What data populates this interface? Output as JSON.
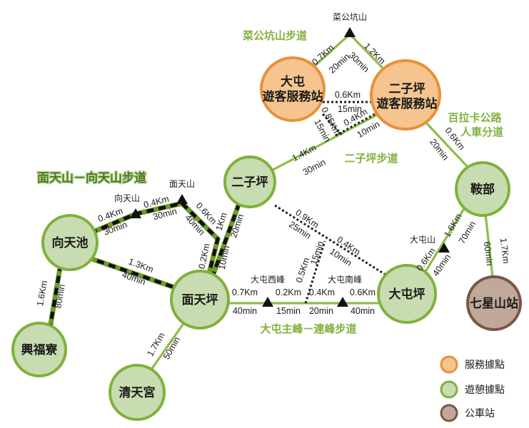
{
  "nodes": {
    "datun_visitor": {
      "line1": "大屯",
      "line2": "遊客服務站"
    },
    "erziping_visitor": {
      "line1": "二子坪",
      "line2": "遊客服務站"
    },
    "erziping": "二子坪",
    "xiangtianchi": "向天池",
    "miantianping": "面天坪",
    "datunping": "大屯坪",
    "anbu": "鞍部",
    "xingfuliao": "興福寮",
    "qingtiangong": "清天宮",
    "qixingshan_station": "七星山站"
  },
  "peaks": {
    "caigongkeng": "菜公坑山",
    "miantian": "面天山",
    "xiangtian": "向天山",
    "datun": "大屯山",
    "datun_west": "大屯西峰",
    "datun_south": "大屯南峰"
  },
  "trails": {
    "caigongkeng": "菜公坑山步道",
    "erziping": "二子坪步道",
    "bailaka": {
      "line1": "百拉卡公路",
      "line2": "人車分道"
    },
    "mian_xiang": "面天山－向天山步道",
    "datun_main": "大屯主峰－連峰步道"
  },
  "segments": {
    "cg_a": {
      "km": "0.7Km",
      "min": "20min"
    },
    "cg_b": {
      "km": "1.2Km",
      "min": "30min"
    },
    "visitors": {
      "km": "0.6Km",
      "min": "15min"
    },
    "dv_er": {
      "km": "0.85Km",
      "min": "15min"
    },
    "ev_er": {
      "km": "0.4Km",
      "min": "10min"
    },
    "ev_anbu": {
      "km": "0.6Km",
      "min": "20min"
    },
    "erziping_trail": {
      "km": "1.4Km",
      "min": "30min"
    },
    "xtc_xt": {
      "km": "0.4Km",
      "min": "30min"
    },
    "xt_mt": {
      "km": "0.4Km",
      "min": "30min"
    },
    "mt_jn": {
      "km": "0.6Km",
      "min": "40min"
    },
    "er_jn": {
      "km": "1Km",
      "min": "20min"
    },
    "mtp_jn": {
      "km": "0.2Km",
      "min": "10min"
    },
    "xtc_mtp": {
      "km": "1.3Km",
      "min": "40min"
    },
    "xtc_xfl": {
      "km": "1.6Km",
      "min": "80min"
    },
    "mtp_qtg": {
      "km": "1.7Km",
      "min": "50min"
    },
    "mtp_west": {
      "km": "0.7Km",
      "min": "40min"
    },
    "west_mid": {
      "km": "0.2Km",
      "min": "15min"
    },
    "mid_south": {
      "km": "0.4Km",
      "min": "20min"
    },
    "south_dtp": {
      "km": "0.6Km",
      "min": "40min"
    },
    "er_dtp_a": {
      "km": "0.9Km",
      "min": "25min"
    },
    "er_dtp_b": {
      "km": "0.4Km",
      "min": "10min"
    },
    "mid_up": {
      "km": "0.5Km",
      "min": "15min"
    },
    "dtp_peak": {
      "km": "0.6Km",
      "min": "40min"
    },
    "peak_anbu": {
      "km": "1.6Km",
      "min": "70min"
    },
    "anbu_qx": {
      "km": "1.7Km",
      "min": "60min"
    }
  },
  "legend": [
    {
      "label": "服務據點",
      "color": "#f6c48f"
    },
    {
      "label": "遊憩據點",
      "color": "#c7dcb0"
    },
    {
      "label": "公車站",
      "color": "#c0a99a"
    }
  ],
  "colors": {
    "route": "#8dbd4a",
    "service_fill": "#f6c48f",
    "service_stroke": "#e8913a",
    "rec_fill": "#c7dcb0",
    "rec_stroke": "#7fb13c",
    "bus_fill": "#c0a99a",
    "bus_stroke": "#7b5544"
  }
}
